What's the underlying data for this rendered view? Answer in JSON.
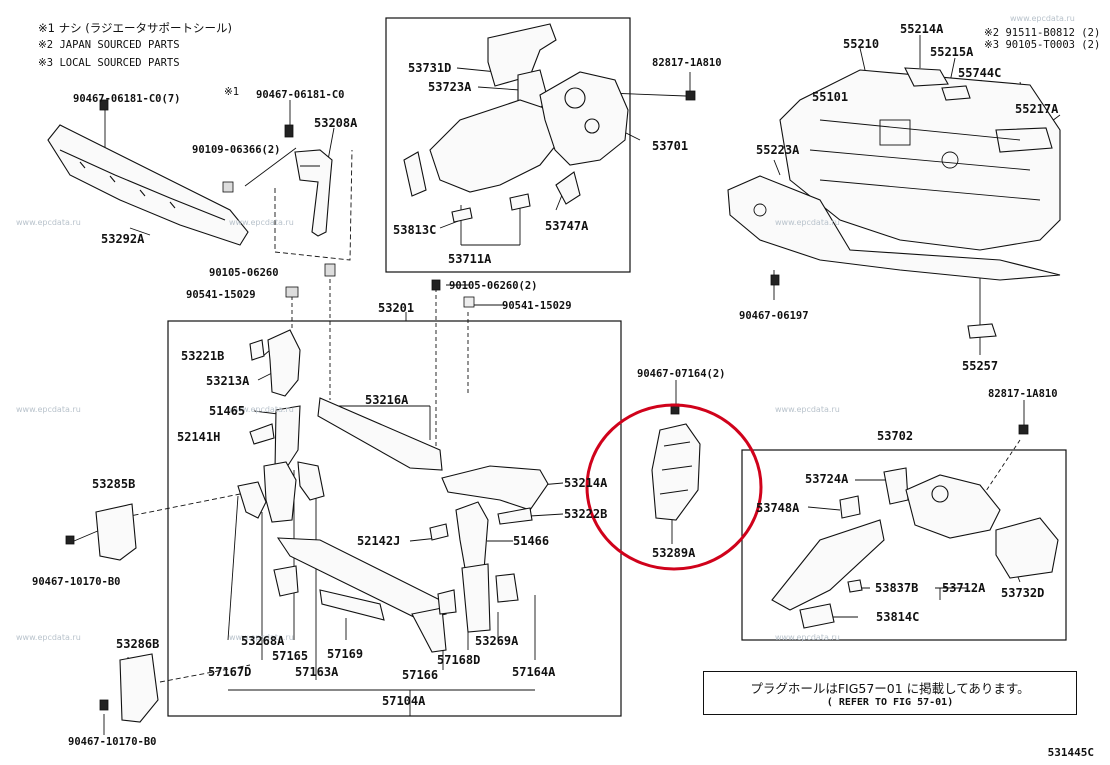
{
  "notes": {
    "n1": "※1  ナシ (ラジエータサポートシール)",
    "n2": "※2  JAPAN SOURCED PARTS",
    "n3": "※3  LOCAL SOURCED PARTS",
    "ref_top_1": "※2 91511-B0812 (2)",
    "ref_top_2": "※3 90105-T0003 (2)",
    "star1": "※1"
  },
  "reference_box": {
    "line1": "プラグホールはFIG57ー01 に掲載してあります。",
    "line2": "( REFER TO FIG 57-01)"
  },
  "figure_code": "531445C",
  "watermark": "www.epcdata.ru",
  "highlight_color": "#d0021b",
  "labels": {
    "p90467_06181_c0_7": "90467-06181-C0(7)",
    "p90467_06181_c0": "90467-06181-C0",
    "p53208a": "53208A",
    "p90109_06366_2": "90109-06366(2)",
    "p53292a": "53292A",
    "p90105_06260_a": "90105-06260",
    "p90541_15029_a": "90541-15029",
    "p53731d": "53731D",
    "p53723a": "53723A",
    "p82817_1a810_a": "82817-1A810",
    "p53701": "53701",
    "p53813c": "53813C",
    "p53747a": "53747A",
    "p53711a": "53711A",
    "p90105_06260_2": "90105-06260(2)",
    "p90541_15029_b": "90541-15029",
    "p53201": "53201",
    "p53221b": "53221B",
    "p53213a": "53213A",
    "p51465": "51465",
    "p52141h": "52141H",
    "p53216a": "53216A",
    "p53214a": "53214A",
    "p53222b": "53222B",
    "p52142j": "52142J",
    "p51466": "51466",
    "p53285b": "53285B",
    "p90467_10170_b0_a": "90467-10170-B0",
    "p53286b": "53286B",
    "p90467_10170_b0_b": "90467-10170-B0",
    "p53268a": "53268A",
    "p57165": "57165",
    "p57169": "57169",
    "p53269a": "53269A",
    "p57167d": "57167D",
    "p57163a": "57163A",
    "p57168d": "57168D",
    "p57166": "57166",
    "p57164a": "57164A",
    "p57104a": "57104A",
    "p90467_07164_2": "90467-07164(2)",
    "p53289a": "53289A",
    "p55210": "55210",
    "p55214a": "55214A",
    "p55215a": "55215A",
    "p55744c": "55744C",
    "p55101": "55101",
    "p55217a": "55217A",
    "p55223a": "55223A",
    "p90467_06197": "90467-06197",
    "p55257": "55257",
    "p82817_1a810_b": "82817-1A810",
    "p53702": "53702",
    "p53724a": "53724A",
    "p53748a": "53748A",
    "p53837b": "53837B",
    "p53712a": "53712A",
    "p53814c": "53814C",
    "p53732d": "53732D"
  }
}
